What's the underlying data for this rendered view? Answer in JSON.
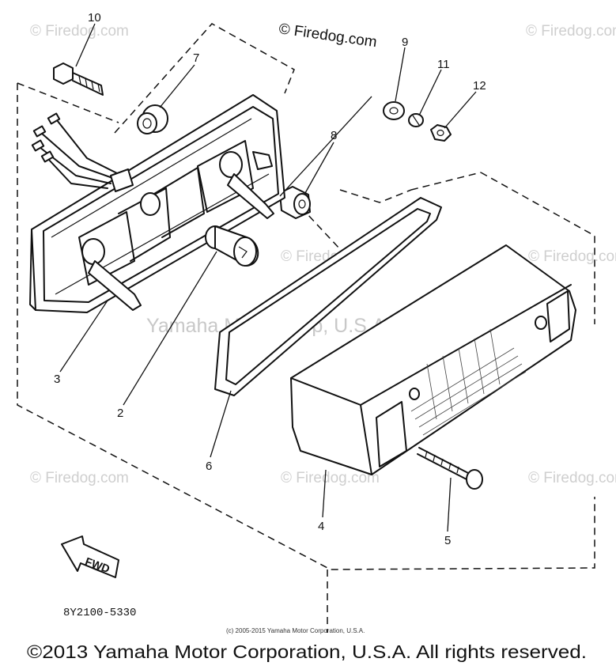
{
  "diagram": {
    "watermark_top": "© Firedog.com",
    "watermark_repeat": "© Firedog.com",
    "watermark_center": "Yamaha Motor Corp, U.S.A.",
    "fwd_label": "FWD",
    "drawing_number": "8Y2100-5330",
    "small_copyright": "(c) 2005-2015 Yamaha Motor Corporation, U.S.A.",
    "footer_copyright": "©2013 Yamaha Motor Corporation, U.S.A. All rights reserved.",
    "callouts": {
      "n1": "10",
      "n2": "7",
      "n3": "9",
      "n4": "11",
      "n5": "12",
      "n6": "8",
      "n7": "3",
      "n8": "2",
      "n9": "6",
      "n10": "4",
      "n11": "5"
    }
  }
}
